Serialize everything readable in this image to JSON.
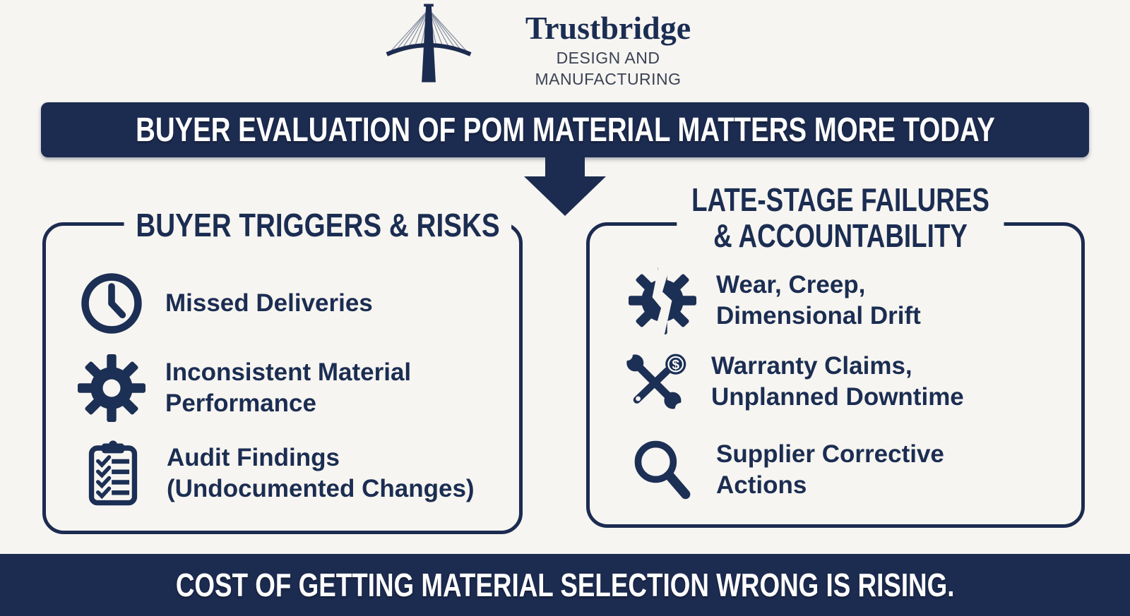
{
  "colors": {
    "navy": "#1c2b50",
    "navy-icon": "#1c2f55",
    "navy-text": "#1b2d52",
    "bg": "#f7f5f1",
    "subtitle": "#3a4254",
    "cable": "#8791a3"
  },
  "logo": {
    "icon": "bridge-logo-icon",
    "title": "Trustbridge",
    "subtitle": "DESIGN AND MANUFACTURING"
  },
  "top_banner": {
    "text": "BUYER EVALUATION OF POM MATERIAL MATTERS MORE TODAY"
  },
  "arrow": {
    "icon": "down-arrow-icon"
  },
  "left_panel": {
    "title": "BUYER TRIGGERS & RISKS",
    "items": [
      {
        "icon": "clock-icon",
        "lines": [
          "Missed Deliveries"
        ]
      },
      {
        "icon": "gear-icon",
        "lines": [
          "Inconsistent Material",
          "Performance"
        ]
      },
      {
        "icon": "clipboard-checklist-icon",
        "lines": [
          "Audit Findings",
          "(Undocumented Changes)"
        ]
      }
    ]
  },
  "right_panel": {
    "title_lines": [
      "LATE-STAGE FAILURES",
      "& ACCOUNTABILITY"
    ],
    "items": [
      {
        "icon": "broken-gear-icon",
        "lines": [
          "Wear, Creep,",
          "Dimensional Drift"
        ]
      },
      {
        "icon": "wrench-dollar-icon",
        "lines": [
          "Warranty Claims,",
          "Unplanned Downtime"
        ]
      },
      {
        "icon": "magnifying-glass-icon",
        "lines": [
          "Supplier Corrective",
          "Actions"
        ]
      }
    ]
  },
  "bottom_banner": {
    "text": "COST OF GETTING MATERIAL SELECTION WRONG IS RISING."
  }
}
